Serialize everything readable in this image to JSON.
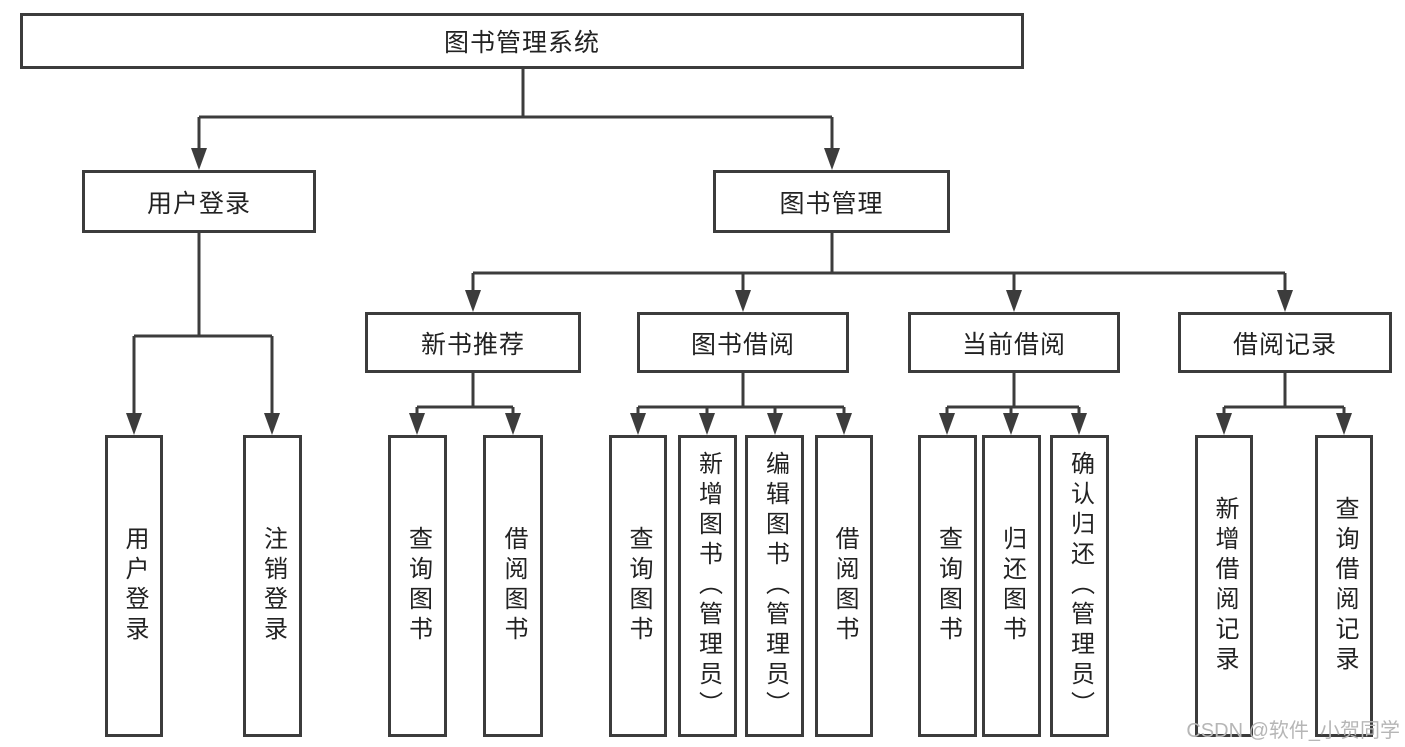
{
  "tree": {
    "label": "图书管理系统",
    "children": [
      {
        "label": "用户登录",
        "children": [
          {
            "label": "用户登录"
          },
          {
            "label": "注销登录"
          }
        ]
      },
      {
        "label": "图书管理",
        "children": [
          {
            "label": "新书推荐",
            "children": [
              {
                "label": "查询图书"
              },
              {
                "label": "借阅图书"
              }
            ]
          },
          {
            "label": "图书借阅",
            "children": [
              {
                "label": "查询图书"
              },
              {
                "label": "新增图书（管理员）"
              },
              {
                "label": "编辑图书（管理员）"
              },
              {
                "label": "借阅图书"
              }
            ]
          },
          {
            "label": "当前借阅",
            "children": [
              {
                "label": "查询图书"
              },
              {
                "label": "归还图书"
              },
              {
                "label": "确认归还（管理员）"
              }
            ]
          },
          {
            "label": "借阅记录",
            "children": [
              {
                "label": "新增借阅记录"
              },
              {
                "label": "查询借阅记录"
              }
            ]
          }
        ]
      }
    ]
  },
  "watermark": {
    "text": "CSDN @软件_小贺同学"
  },
  "colors": {
    "line": "#3c3c3c",
    "box_border": "#3c3c3c",
    "text": "#222222",
    "watermark": "#b6b6b6",
    "background": "#ffffff"
  }
}
